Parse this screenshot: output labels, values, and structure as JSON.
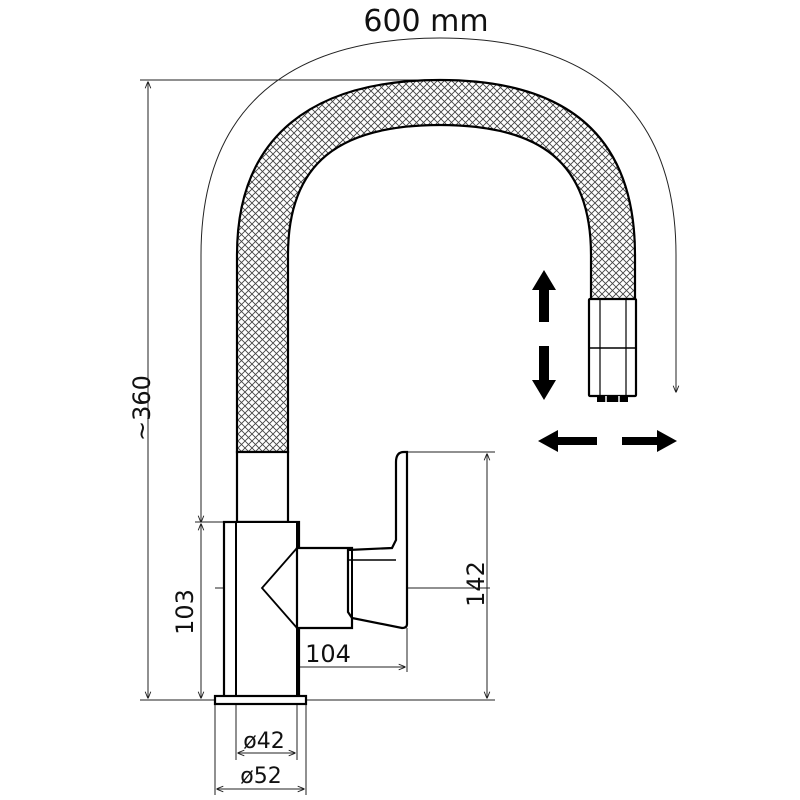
{
  "diagram": {
    "dimensions": {
      "reach": "600  mm",
      "height": "~360",
      "body_height": "103",
      "lever_height": "142",
      "lever_reach": "104",
      "inner_diameter": "ø42",
      "base_diameter": "ø52"
    },
    "colors": {
      "line": "#000000",
      "dimension_line": "#222222",
      "hose_mesh": "#444444",
      "background": "#ffffff"
    },
    "icons": [
      "arrow-up-icon",
      "arrow-down-icon",
      "arrow-left-icon",
      "arrow-right-icon"
    ]
  }
}
